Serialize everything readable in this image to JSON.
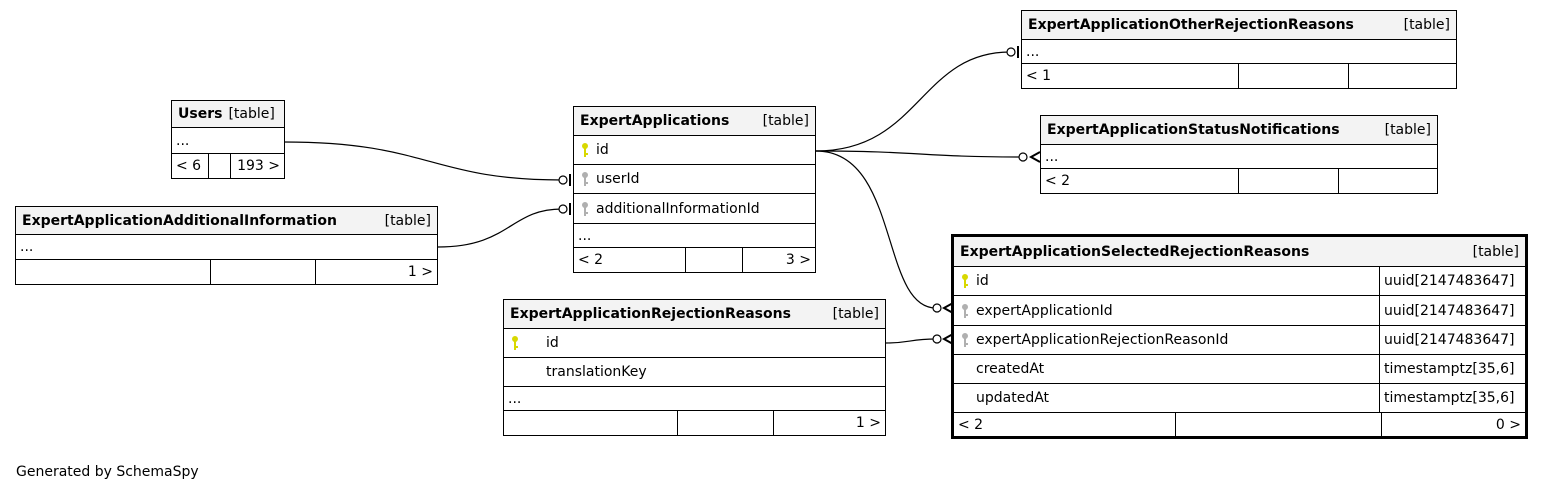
{
  "tables": {
    "users": {
      "name": "Users",
      "tag": "[table]",
      "ellipsis": "...",
      "footer": [
        "< 6",
        "",
        "193 >"
      ]
    },
    "additional_info": {
      "name": "ExpertApplicationAdditionalInformation",
      "tag": "[table]",
      "ellipsis": "...",
      "footer": [
        "",
        "",
        "1 >"
      ]
    },
    "expert_applications": {
      "name": "ExpertApplications",
      "tag": "[table]",
      "columns": [
        {
          "name": "id",
          "key": "primary-key-icon"
        },
        {
          "name": "userId",
          "key": "foreign-key-icon"
        },
        {
          "name": "additionalInformationId",
          "key": "foreign-key-icon"
        }
      ],
      "ellipsis": "...",
      "footer": [
        "< 2",
        "",
        "3 >"
      ]
    },
    "rejection_reasons": {
      "name": "ExpertApplicationRejectionReasons",
      "tag": "[table]",
      "columns": [
        {
          "name": "id",
          "key": "primary-key-icon"
        },
        {
          "name": "translationKey",
          "key": ""
        }
      ],
      "ellipsis": "...",
      "footer": [
        "",
        "",
        "1 >"
      ]
    },
    "other_rejection_reasons": {
      "name": "ExpertApplicationOtherRejectionReasons",
      "tag": "[table]",
      "ellipsis": "...",
      "footer": [
        "< 1",
        "",
        ""
      ]
    },
    "status_notifications": {
      "name": "ExpertApplicationStatusNotifications",
      "tag": "[table]",
      "ellipsis": "...",
      "footer": [
        "< 2",
        "",
        ""
      ]
    },
    "selected_rejection_reasons": {
      "name": "ExpertApplicationSelectedRejectionReasons",
      "tag": "[table]",
      "columns": [
        {
          "name": "id",
          "type": "uuid[2147483647]",
          "key": "primary-key-icon"
        },
        {
          "name": "expertApplicationId",
          "type": "uuid[2147483647]",
          "key": "foreign-key-icon"
        },
        {
          "name": "expertApplicationRejectionReasonId",
          "type": "uuid[2147483647]",
          "key": "foreign-key-icon"
        },
        {
          "name": "createdAt",
          "type": "timestamptz[35,6]",
          "key": ""
        },
        {
          "name": "updatedAt",
          "type": "timestamptz[35,6]",
          "key": ""
        }
      ],
      "footer": [
        "< 2",
        "",
        "0 >"
      ]
    }
  },
  "colors": {
    "primary_key": "#d8d800",
    "foreign_key": "#b0b0b0",
    "header_bg": "#f3f3f3",
    "line": "#000000"
  },
  "footer_text": "Generated by SchemaSpy"
}
